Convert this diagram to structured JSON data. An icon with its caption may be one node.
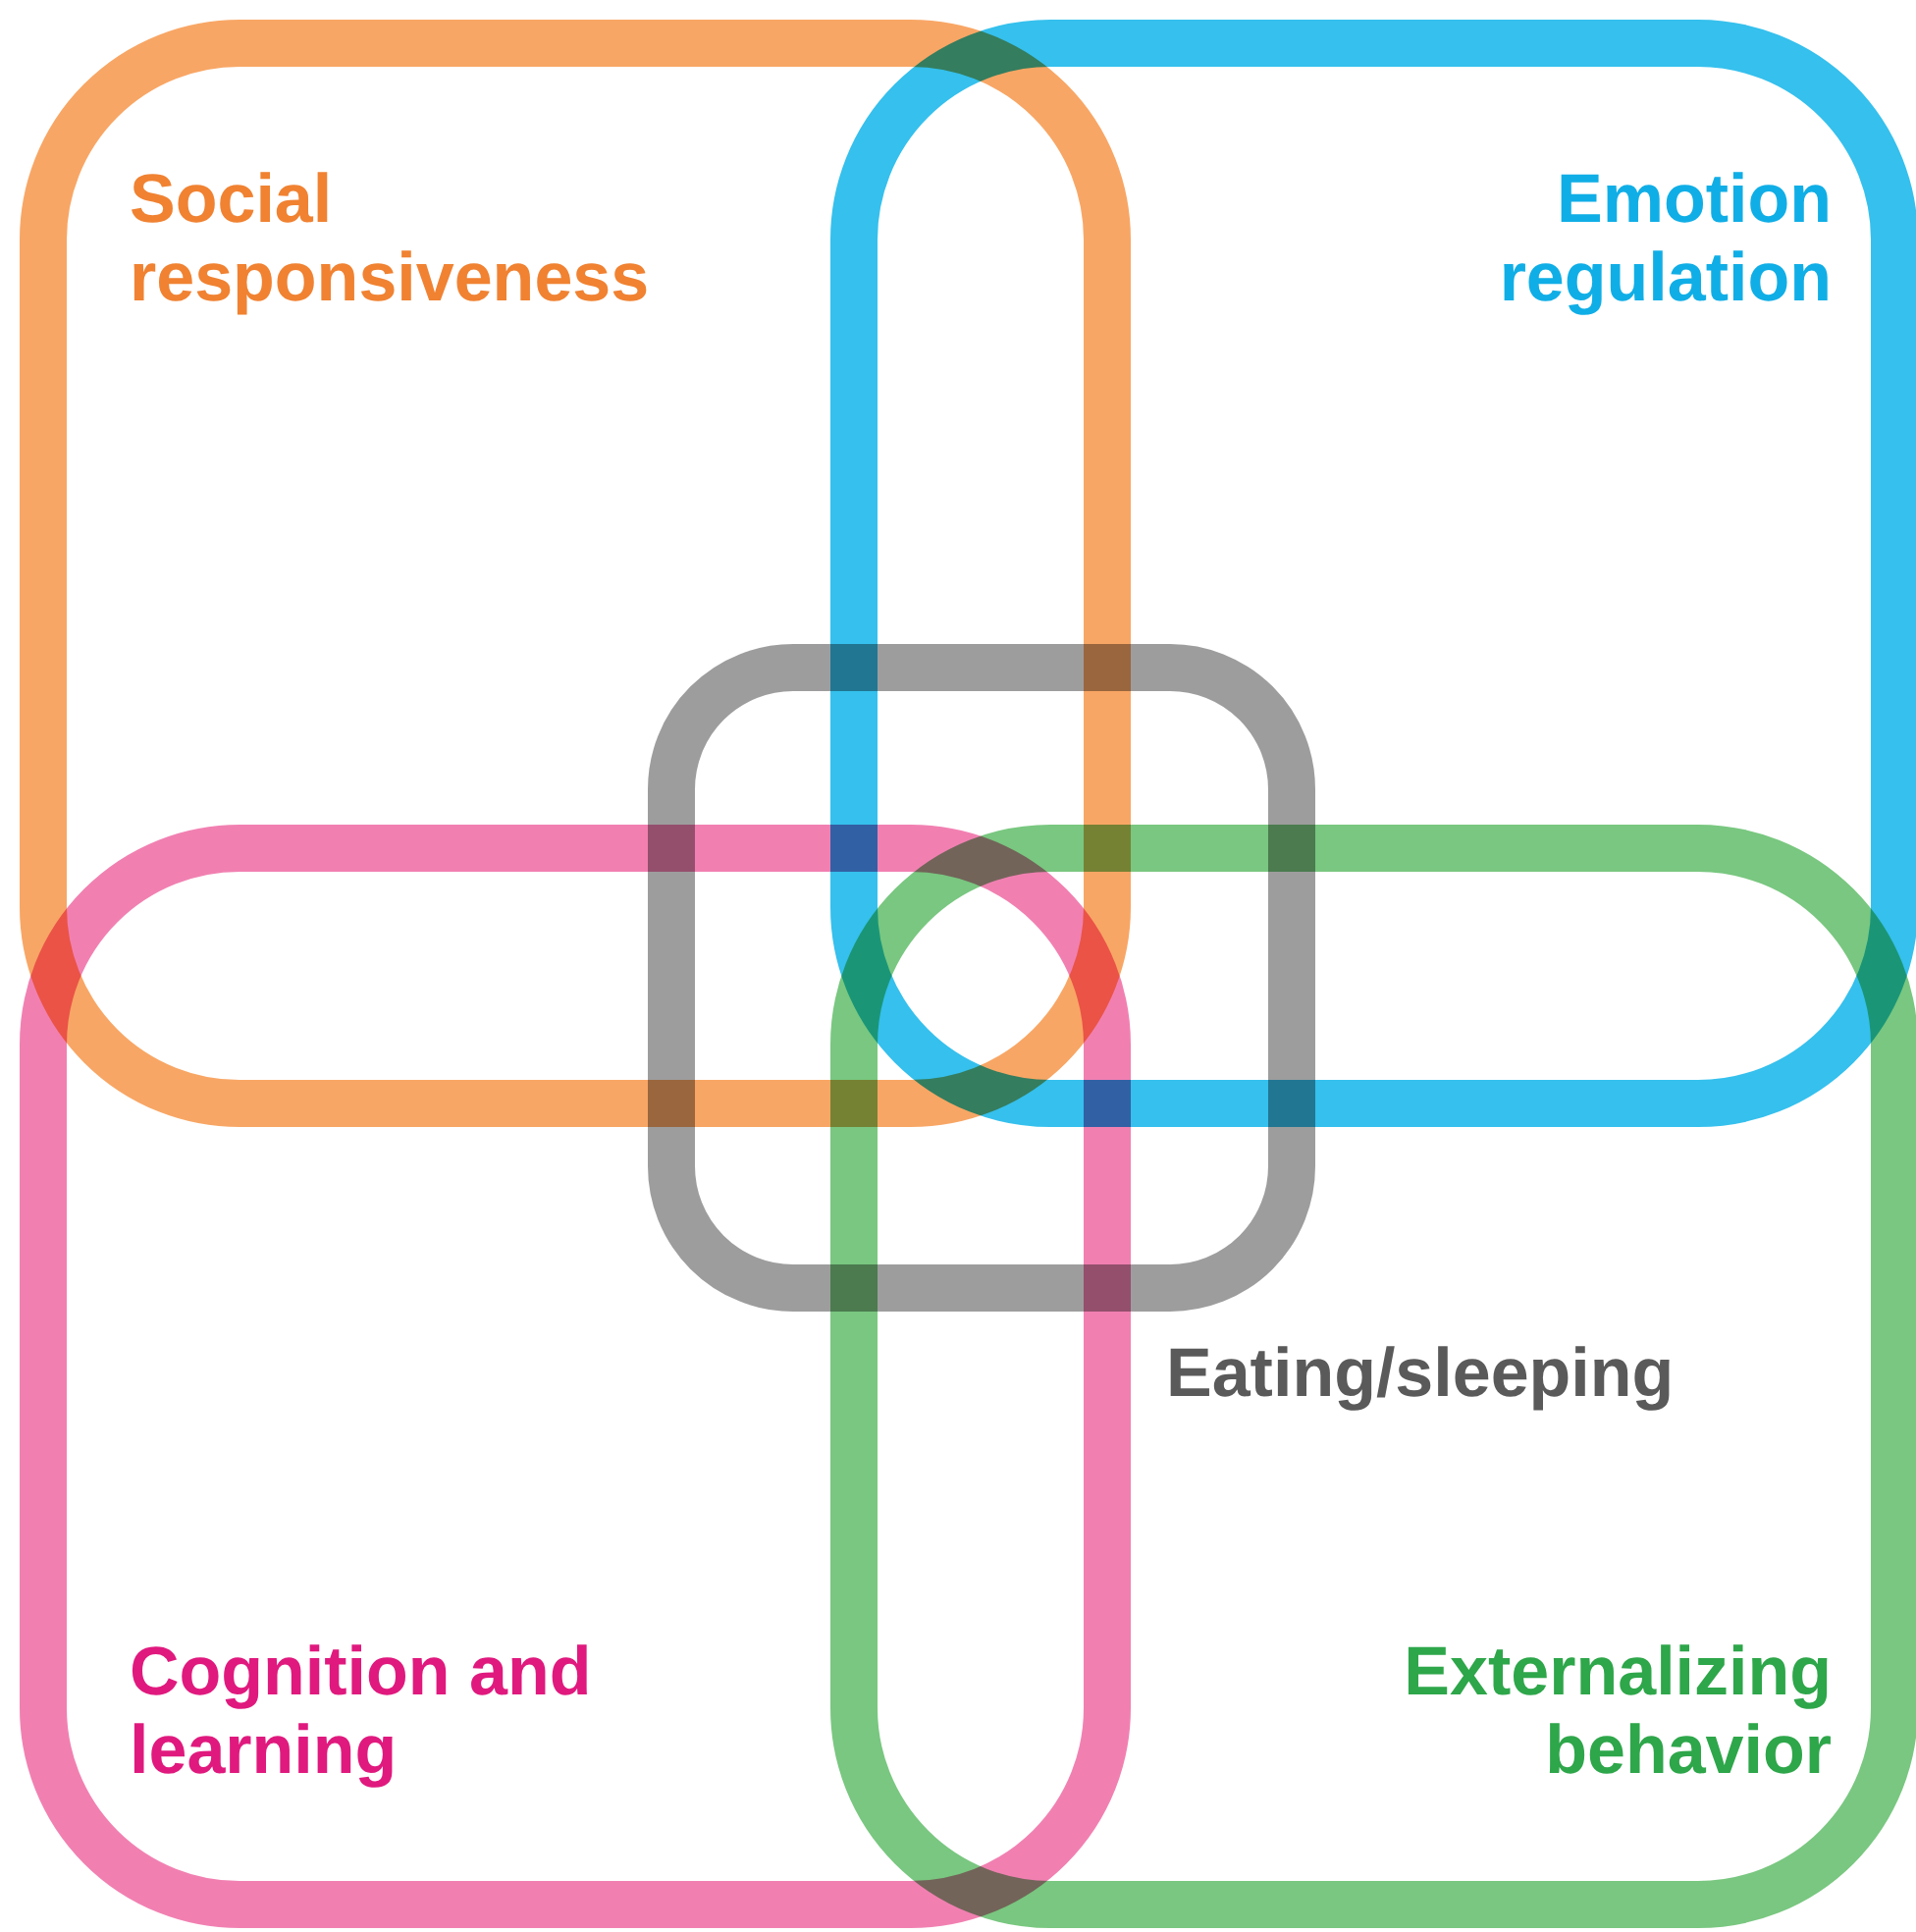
{
  "diagram": {
    "nodes": [
      {
        "text": [
          "Social responsiveness"
        ]
      },
      {
        "text": [
          "Emotion regulation"
        ]
      },
      {
        "text": [
          "Cognition and learning"
        ]
      },
      {
        "text": [
          "Externalizing behavior"
        ]
      },
      {
        "text": [],
        "shape": "box"
      }
    ],
    "labels": [
      "Eating/sleeping"
    ]
  }
}
